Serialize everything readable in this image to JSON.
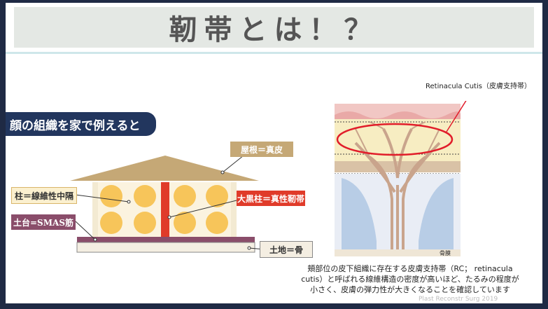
{
  "slide": {
    "title": "靭帯とは！？",
    "section_tag": "顔の組織を家で例えると",
    "labels": {
      "roof": "屋根＝真皮",
      "pillar": "柱＝線維性中隔",
      "main_pillar": "大黒柱＝真性靭帯",
      "sill": "土台=SMAS筋",
      "land": "土地＝骨"
    },
    "illustration": {
      "rc_label": "Retinacula Cutis（皮膚支持帯）",
      "bone_label": "骨膜"
    },
    "caption_lines": [
      "頬部位の皮下組織に存在する皮膚支持帯（RC； retinacula",
      "cutis）と呼ばれる線維構造の密度が高いほど、たるみの程度が",
      "小さく、皮膚の弾力性が大きくなることを確認しています"
    ],
    "footer_faint": "Plast Reconstr Surg 2019"
  },
  "colors": {
    "frame_bg": "#1f2a44",
    "tag_bg": "#22365e",
    "roof": "#c5a876",
    "main_pillar": "#e03b2a",
    "sill": "#8a4d6a",
    "ball": "#f7c55a",
    "ellipse": "#e11d2a"
  }
}
